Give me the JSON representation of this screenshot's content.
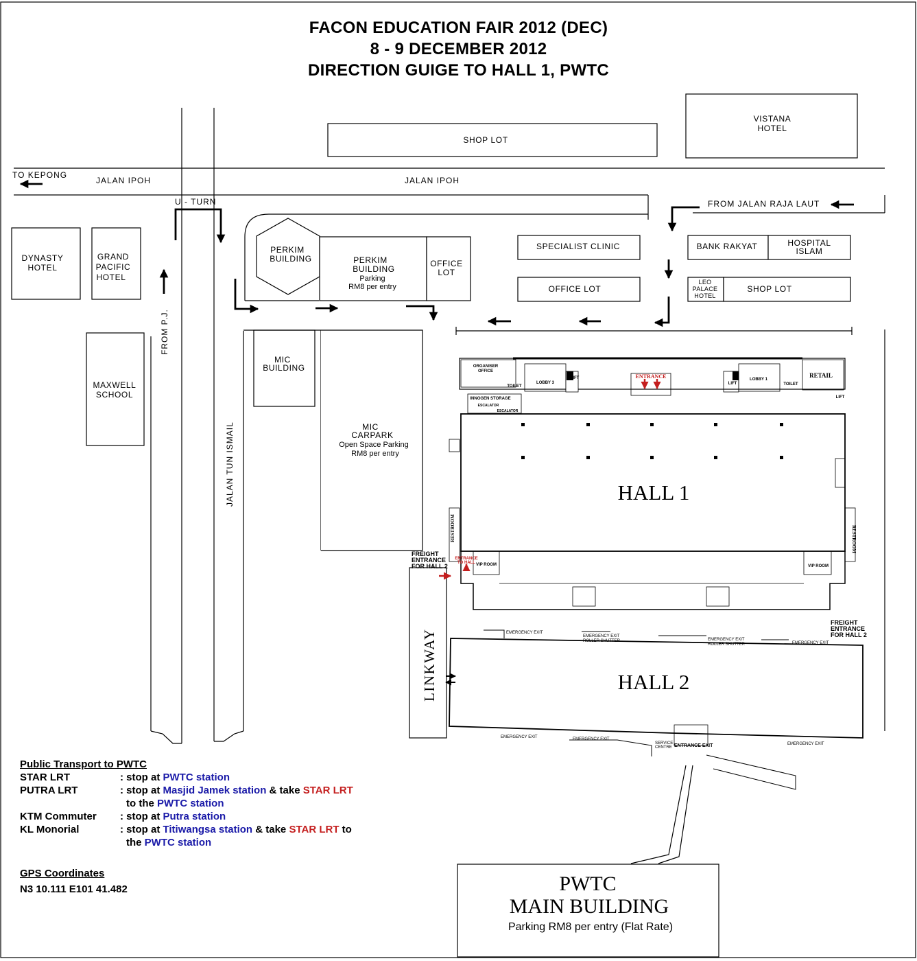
{
  "title": {
    "line1": "FACON EDUCATION FAIR 2012 (DEC)",
    "line2": "8 - 9 DECEMBER 2012",
    "line3": "DIRECTION GUIGE TO HALL 1, PWTC"
  },
  "roads": {
    "to_kepong": "TO KEPONG",
    "jalan_ipoh": "JALAN IPOH",
    "u_turn": "U - TURN",
    "from_pj": "FROM P.J.",
    "jalan_tun_ismail": "JALAN TUN ISMAIL",
    "from_raja_laut": "FROM JALAN RAJA LAUT"
  },
  "buildings": {
    "shop_lot_top": "SHOP LOT",
    "vistana_1": "VISTANA",
    "vistana_2": "HOTEL",
    "dynasty_1": "DYNASTY",
    "dynasty_2": "HOTEL",
    "grand_1": "GRAND",
    "grand_2": "PACIFIC",
    "grand_3": "HOTEL",
    "maxwell_1": "MAXWELL",
    "maxwell_2": "SCHOOL",
    "perkim_hex_1": "PERKIM",
    "perkim_hex_2": "BUILDING",
    "perkim_park_1": "PERKIM",
    "perkim_park_2": "BUILDING",
    "perkim_park_3": "Parking",
    "perkim_park_4": "RM8 per entry",
    "office_lot_1a": "OFFICE",
    "office_lot_1b": "LOT",
    "specialist_clinic": "SPECIALIST CLINIC",
    "office_lot_2": "OFFICE LOT",
    "bank_rakyat": "BANK RAKYAT",
    "hospital_1": "HOSPITAL",
    "hospital_2": "ISLAM",
    "leo_1": "LEO",
    "leo_2": "PALACE",
    "leo_3": "HOTEL",
    "shop_lot_2": "SHOP LOT",
    "mic_1": "MIC",
    "mic_2": "BUILDING",
    "mic_cp_1": "MIC",
    "mic_cp_2": "CARPARK",
    "mic_cp_3": "Open Space Parking",
    "mic_cp_4": "RM8 per entry",
    "linkway": "LINKWAY",
    "pwtc_1": "PWTC",
    "pwtc_2": "MAIN BUILDING",
    "pwtc_3": "Parking RM8 per entry (Flat Rate)"
  },
  "hall1": {
    "name": "HALL 1",
    "organiser_1": "ORGANISER",
    "organiser_2": "OFFICE",
    "lobby3": "LOBBY 3",
    "lobby1": "LOBBY 1",
    "entrance": "ENTRANCE",
    "retail": "RETAIL",
    "toilet": "TOILET",
    "toilet_b": "TOILET",
    "lift": "LIFT",
    "lift_b": "LIFT",
    "lift_c": "LIFT",
    "inngen_storage": "INNOGEN STORAGE",
    "escalator": "ESCALATOR",
    "escalator_b": "ESCALATOR",
    "restroom": "RESTROOM",
    "restroom_b": "RESTROOM",
    "vip_room": "VIP ROOM",
    "vip_room_b": "VIP ROOM",
    "entrance_to_hall_1": "ENTRANCE",
    "entrance_to_hall_2": "TO HALL",
    "freight_left_1": "FREIGHT",
    "freight_left_2": "ENTRANCE",
    "freight_left_3": "FOR HALL 2",
    "freight_right_1": "FREIGHT",
    "freight_right_2": "ENTRANCE",
    "freight_right_3": "FOR HALL 2"
  },
  "hall2": {
    "name": "HALL 2",
    "emergency_exit": "EMERGENCY EXIT",
    "emergency_roller": "EMERGENCY EXIT",
    "roller_shutter": "ROLLER SHUTTER",
    "service_centre_1": "SERVICE",
    "service_centre_2": "CENTRE",
    "entrance_exit": "ENTRANCE EXIT"
  },
  "transport": {
    "heading": "Public Transport to PWTC",
    "star_mode": "STAR LRT",
    "star_pre": ": stop at ",
    "star_station": "PWTC station",
    "putra_mode": "PUTRA LRT",
    "putra_pre": ": stop at ",
    "putra_station": "Masjid Jamek station",
    "putra_mid": " & take ",
    "putra_line": "STAR LRT",
    "putra_sub_pre": "to the ",
    "putra_sub_station": "PWTC station",
    "ktm_mode": "KTM Commuter",
    "ktm_pre": ": stop at ",
    "ktm_station": "Putra station",
    "mono_mode": "KL Monorial",
    "mono_pre": ": stop at ",
    "mono_station": "Titiwangsa station",
    "mono_mid": " & take ",
    "mono_line": "STAR LRT",
    "mono_end": " to",
    "mono_sub_pre": "the ",
    "mono_sub_station": "PWTC station"
  },
  "gps": {
    "heading": "GPS Coordinates",
    "value": "N3 10.111 E101 41.482"
  },
  "colors": {
    "ink": "#000000",
    "blue": "#1a1aa8",
    "red": "#c41e1e"
  }
}
